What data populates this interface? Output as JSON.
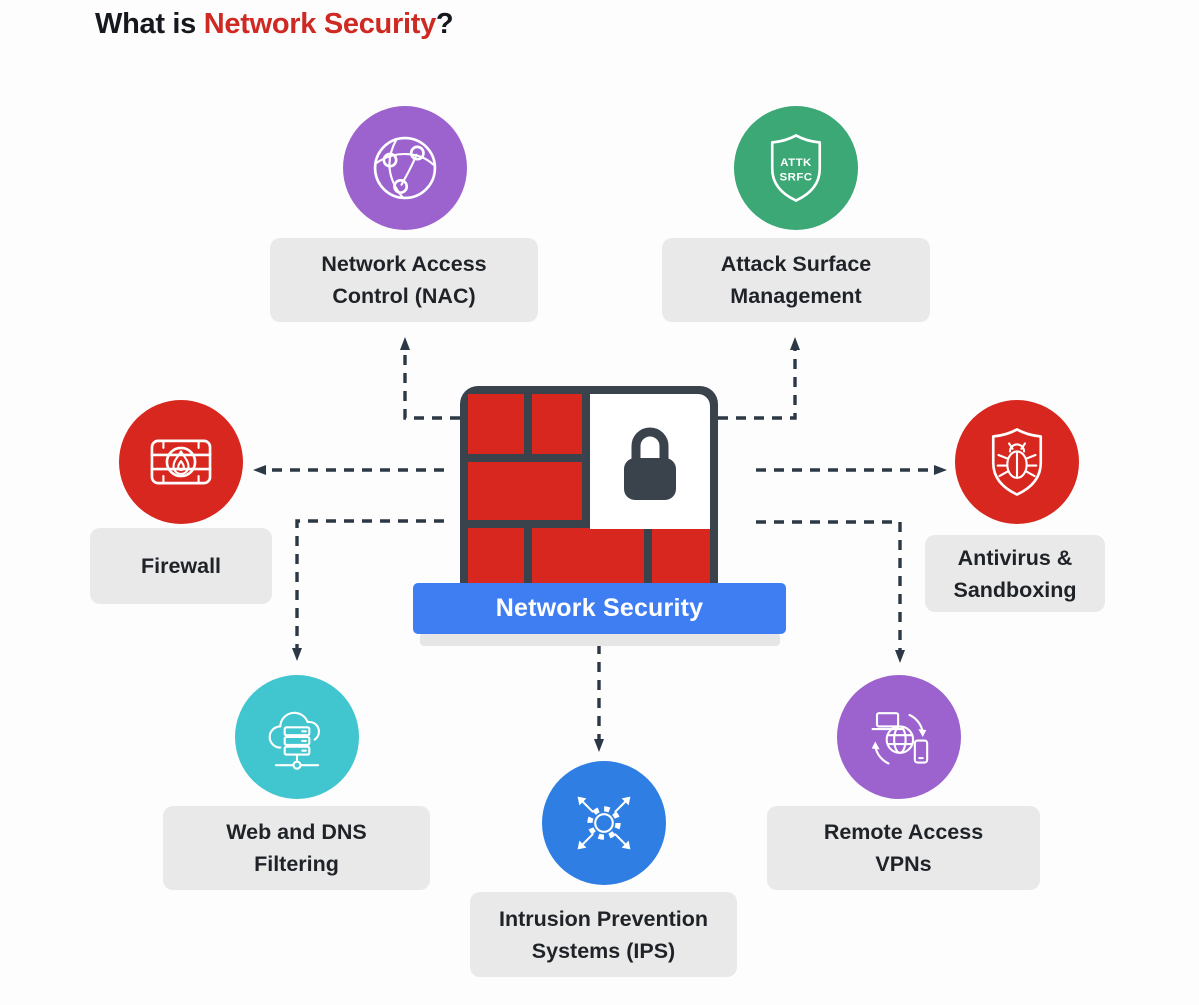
{
  "title": {
    "prefix": "What is ",
    "highlight": "Network Security",
    "suffix": "?",
    "text_color": "#15181C",
    "highlight_color": "#CE2A23"
  },
  "center": {
    "banner_label": "Network Security",
    "banner_color": "#3F7EF2",
    "brick_color": "#D7271E",
    "frame_color": "#3A424C",
    "lock_icon": "lock-icon"
  },
  "connector_color": "#2C3845",
  "label_bg": "#E9E9EA",
  "nodes": [
    {
      "id": "network-access-control",
      "icon": "network-globe-icon",
      "color": "#9C63CE",
      "label_line1": "Network Access",
      "label_line2": "Control (NAC)"
    },
    {
      "id": "attack-surface-management",
      "icon": "attack-surface-shield-icon",
      "color": "#3BA876",
      "icon_text1": "ATTK",
      "icon_text2": "SRFC",
      "label_line1": "Attack Surface",
      "label_line2": "Management"
    },
    {
      "id": "firewall",
      "icon": "firewall-flame-icon",
      "color": "#D7271E",
      "label_line1": "Firewall"
    },
    {
      "id": "antivirus-sandboxing",
      "icon": "bug-shield-icon",
      "color": "#D7271E",
      "label_line1": "Antivirus &",
      "label_line2": "Sandboxing"
    },
    {
      "id": "web-dns-filtering",
      "icon": "cloud-server-icon",
      "color": "#41C5CF",
      "label_line1": "Web and DNS",
      "label_line2": "Filtering"
    },
    {
      "id": "intrusion-prevention-systems",
      "icon": "gear-arrows-icon",
      "color": "#2E7EE4",
      "label_line1": "Intrusion Prevention",
      "label_line2": "Systems (IPS)"
    },
    {
      "id": "remote-access-vpns",
      "icon": "devices-sync-icon",
      "color": "#9C63CE",
      "label_line1": "Remote Access",
      "label_line2": "VPNs"
    }
  ]
}
